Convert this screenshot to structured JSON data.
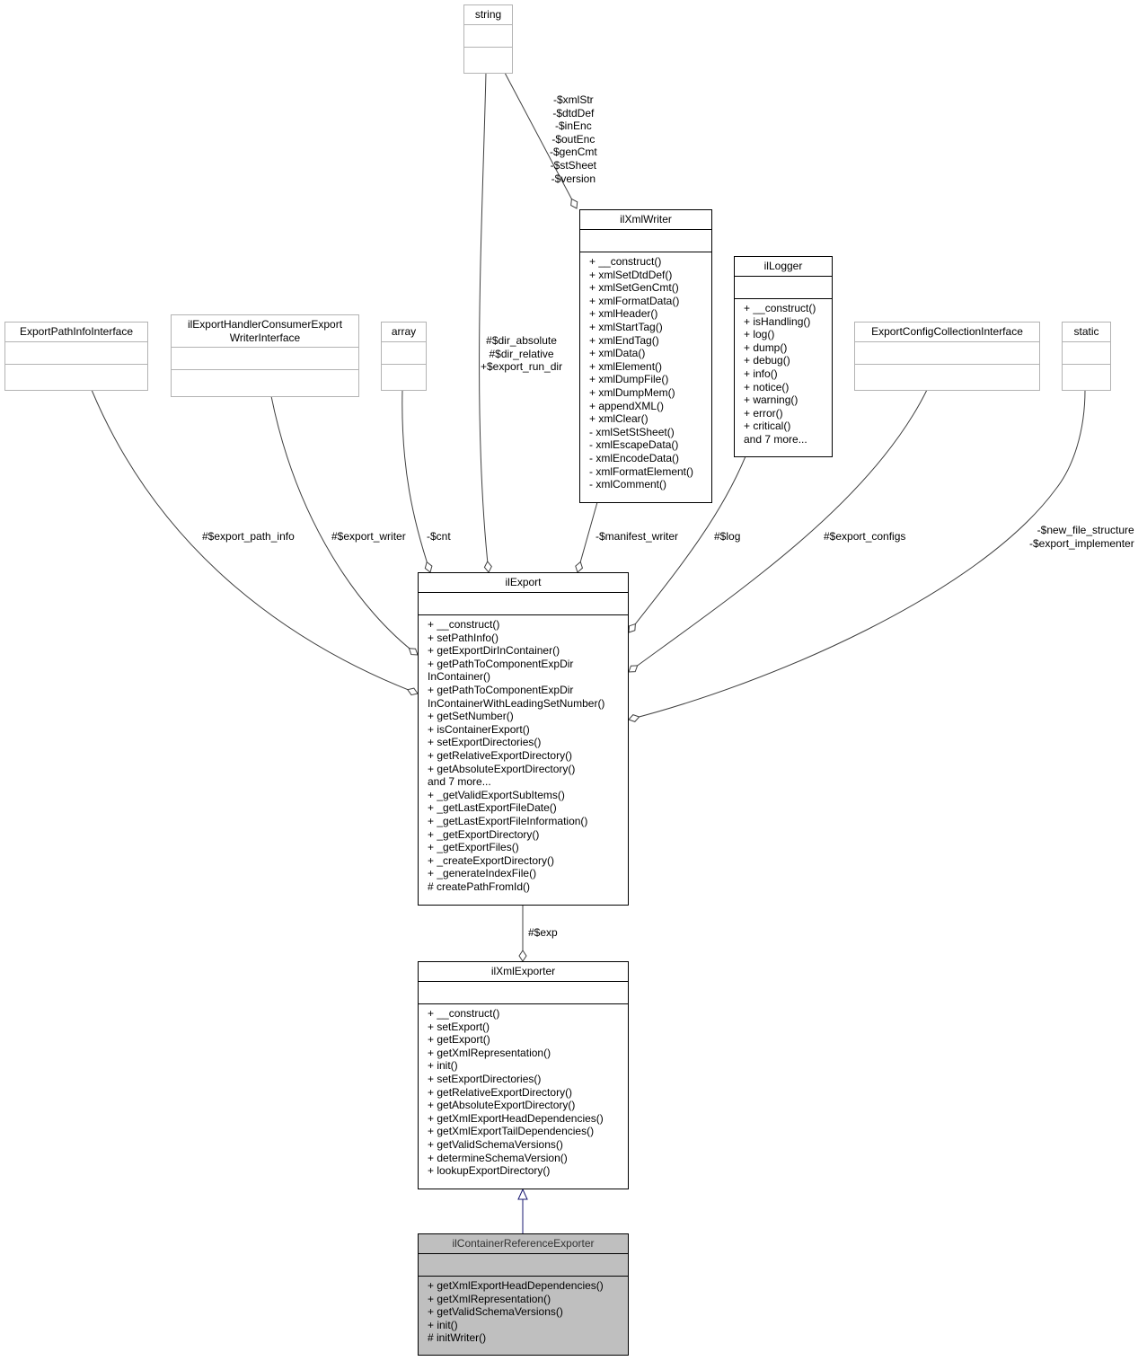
{
  "nodes": {
    "string": {
      "title": "string",
      "operations": []
    },
    "xmlwriter": {
      "title": "ilXmlWriter",
      "operations": [
        "+ __construct()",
        "+ xmlSetDtdDef()",
        "+ xmlSetGenCmt()",
        "+ xmlFormatData()",
        "+ xmlHeader()",
        "+ xmlStartTag()",
        "+ xmlEndTag()",
        "+ xmlData()",
        "+ xmlElement()",
        "+ xmlDumpFile()",
        "+ xmlDumpMem()",
        "+ appendXML()",
        "+ xmlClear()",
        "- xmlSetStSheet()",
        "- xmlEscapeData()",
        "- xmlEncodeData()",
        "- xmlFormatElement()",
        "- xmlComment()"
      ]
    },
    "logger": {
      "title": "ilLogger",
      "operations": [
        "+ __construct()",
        "+ isHandling()",
        "+ log()",
        "+ dump()",
        "+ debug()",
        "+ info()",
        "+ notice()",
        "+ warning()",
        "+ error()",
        "+ critical()",
        "and 7 more..."
      ]
    },
    "pathinfo": {
      "title": "ExportPathInfoInterface",
      "operations": []
    },
    "handler": {
      "title": "ilExportHandlerConsumerExport\nWriterInterface",
      "operations": []
    },
    "array": {
      "title": "array",
      "operations": []
    },
    "configcoll": {
      "title": "ExportConfigCollectionInterface",
      "operations": []
    },
    "static": {
      "title": "static",
      "operations": []
    },
    "ilexport": {
      "title": "ilExport",
      "operations": [
        "+ __construct()",
        "+ setPathInfo()",
        "+ getExportDirInContainer()",
        "+ getPathToComponentExpDir",
        "InContainer()",
        "+ getPathToComponentExpDir",
        "InContainerWithLeadingSetNumber()",
        "+ getSetNumber()",
        "+ isContainerExport()",
        "+ setExportDirectories()",
        "+ getRelativeExportDirectory()",
        "+ getAbsoluteExportDirectory()",
        "and 7 more...",
        "+ _getValidExportSubItems()",
        "+ _getLastExportFileDate()",
        "+ _getLastExportFileInformation()",
        "+ _getExportDirectory()",
        "+ _getExportFiles()",
        "+ _createExportDirectory()",
        "+ _generateIndexFile()",
        "# createPathFromId()"
      ]
    },
    "xmlexporter": {
      "title": "ilXmlExporter",
      "operations": [
        "+ __construct()",
        "+ setExport()",
        "+ getExport()",
        "+ getXmlRepresentation()",
        "+ init()",
        "+ setExportDirectories()",
        "+ getRelativeExportDirectory()",
        "+ getAbsoluteExportDirectory()",
        "+ getXmlExportHeadDependencies()",
        "+ getXmlExportTailDependencies()",
        "+ getValidSchemaVersions()",
        "+ determineSchemaVersion()",
        "+ lookupExportDirectory()"
      ]
    },
    "containerref": {
      "title": "ilContainerReferenceExporter",
      "operations": [
        "+ getXmlExportHeadDependencies()",
        "+ getXmlRepresentation()",
        "+ getValidSchemaVersions()",
        "+ init()",
        "# initWriter()"
      ]
    }
  },
  "edge_labels": {
    "string_xmlwriter": [
      "-$xmlStr",
      "-$dtdDef",
      "-$inEnc",
      "-$outEnc",
      "-$genCmt",
      "-$stSheet",
      "-$version"
    ],
    "string_ilexport": [
      "#$dir_absolute",
      "#$dir_relative",
      "+$export_run_dir"
    ],
    "pathinfo_ilexport": [
      "#$export_path_info"
    ],
    "handler_ilexport": [
      "#$export_writer"
    ],
    "array_ilexport": [
      "-$cnt"
    ],
    "xmlwriter_ilexport": [
      "-$manifest_writer"
    ],
    "logger_ilexport": [
      "#$log"
    ],
    "configcoll_ilexport": [
      "#$export_configs"
    ],
    "static_ilexport": [
      "-$new_file_structure",
      "-$export_implementer"
    ],
    "ilexport_xmlexporter": [
      "#$exp"
    ]
  },
  "colors": {
    "edge": "#404040",
    "inheritance": "#191970",
    "focus_fill": "#bfbfbf",
    "external_border": "#b3b3b3"
  }
}
